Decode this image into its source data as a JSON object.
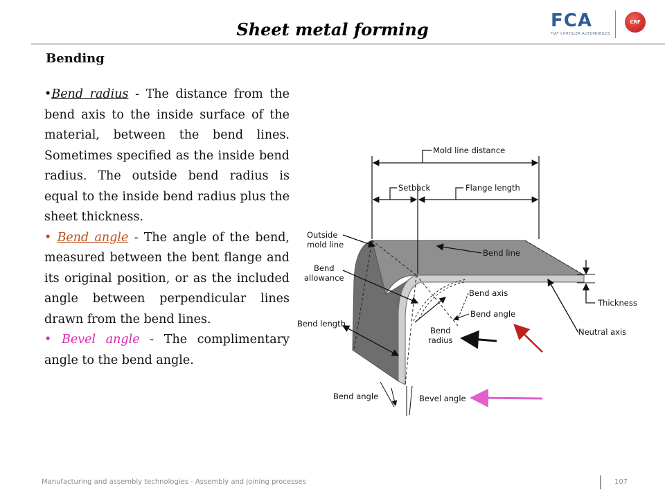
{
  "slide": {
    "title": "Sheet metal forming",
    "subtitle": "Bending"
  },
  "logos": {
    "fca_letters": "FCA",
    "fca_subtitle": "FIAT CHRYSLER AUTOMOBILES",
    "crf_letters": "CRF"
  },
  "bullets": [
    {
      "term": "Bend radius",
      "text": " - The distance from the bend axis to the inside surface of the material, between the bend lines. Sometimes specified as the inside bend radius. The outside bend radius is equal to the inside bend radius plus the sheet thickness."
    },
    {
      "term": "Bend angle",
      "text": " - The angle of the bend, measured between the bent flange and its original position, or as the included angle between perpendicular lines drawn from the bend lines."
    },
    {
      "term": "Bevel angle",
      "text": " - The complimentary angle to the bend angle."
    }
  ],
  "figure": {
    "labels": {
      "mold_line_distance": "Mold line distance",
      "setback": "Setback",
      "flange_length": "Flange length",
      "outside_mold_line_1": "Outside",
      "outside_mold_line_2": "mold line",
      "bend_line": "Bend line",
      "bend_allowance_1": "Bend",
      "bend_allowance_2": "allowance",
      "bend_axis": "Bend axis",
      "thickness": "Thickness",
      "bend_angle_right": "Bend angle",
      "bend_length": "Bend length",
      "bend_radius_1": "Bend",
      "bend_radius_2": "radius",
      "neutral_axis": "Neutral axis",
      "bend_angle_bottom": "Bend angle",
      "bevel_angle": "Bevel angle"
    },
    "colors": {
      "arrow_black": "#111111",
      "arrow_red": "#c0201c",
      "arrow_pink": "#e060d0",
      "sheet_top": "#8f8f8f",
      "sheet_side": "#6e6e6e",
      "sheet_edge": "#cfcfcf"
    }
  },
  "footer": {
    "course": "Manufacturing and assembly technologies - Assembly and joining processes",
    "page_number": "107"
  }
}
